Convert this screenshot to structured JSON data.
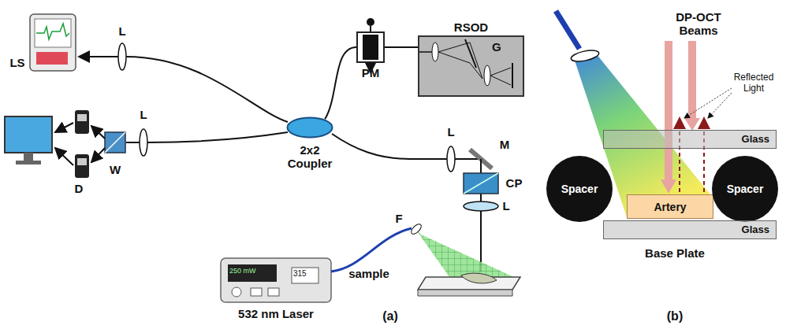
{
  "diagram": {
    "nodes": [
      {
        "text": [
          "2x2 Coupler"
        ]
      },
      {
        "text": [
          "PM"
        ]
      },
      {
        "text": [
          "RSOD",
          "G"
        ]
      },
      {
        "text": [
          "250 mW",
          "315",
          "532 nm Laser"
        ]
      },
      {
        "text": [
          "Glass"
        ]
      },
      {
        "text": [
          "Spacer"
        ]
      },
      {
        "text": [
          "Artery"
        ]
      },
      {
        "text": [
          "Spacer"
        ]
      },
      {
        "text": [
          "Glass"
        ]
      }
    ],
    "edges": [
      {
        "from": 0,
        "to": 1,
        "arrow": "none"
      },
      {
        "from": 1,
        "to": 2,
        "arrow": "none"
      }
    ],
    "labels": [
      "L",
      "LS",
      "L",
      "W",
      "D",
      "L",
      "M",
      "CP",
      "L",
      "F",
      "sample",
      "(a)",
      "DP-OCT Beams",
      "Reflected Light",
      "Base Plate",
      "(b)"
    ]
  }
}
